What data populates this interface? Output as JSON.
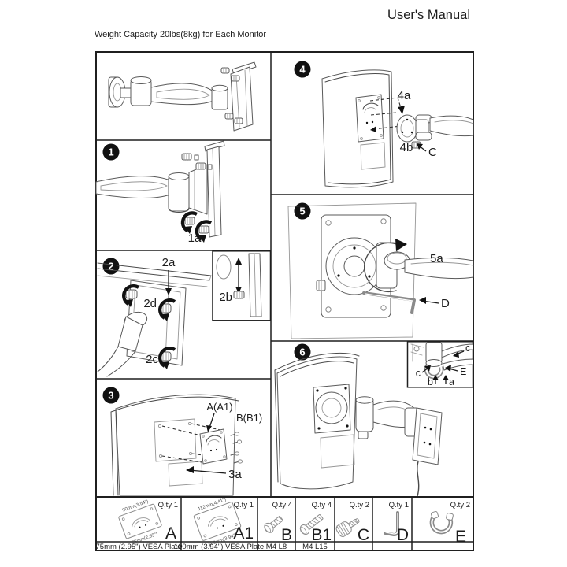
{
  "page": {
    "title": "User's Manual",
    "subtitle": "Weight Capacity 20lbs(8kg) for Each Monitor"
  },
  "steps": {
    "s1": {
      "num": "1",
      "label_1a": "1a"
    },
    "s2": {
      "num": "2",
      "label_2a": "2a",
      "label_2b": "2b",
      "label_2c": "2c",
      "label_2d": "2d"
    },
    "s3": {
      "num": "3",
      "label_plate": "A(A1)",
      "label_screws": "B(B1)",
      "label_3a": "3a"
    },
    "s4": {
      "num": "4",
      "label_4a": "4a",
      "label_4b": "4b",
      "label_c": "C"
    },
    "s5": {
      "num": "5",
      "label_5a": "5a",
      "label_d": "D"
    },
    "s6": {
      "num": "6",
      "inset": {
        "c_top": "c",
        "c_left": "c",
        "e": "E",
        "b": "b",
        "a": "a"
      }
    }
  },
  "parts": {
    "items": [
      {
        "id": "A",
        "qty": "Q.ty 1",
        "dim_top": "90mm(3.54\")",
        "dim_bottom": "75mm(2.95\")",
        "caption": "75mm (2.95\") VESA Plate"
      },
      {
        "id": "A1",
        "qty": "Q.ty 1",
        "dim_top": "112mm(4.41\")",
        "dim_bottom": "100mm(3.94\")",
        "caption": "100mm (3.94\") VESA Plate"
      },
      {
        "id": "B",
        "qty": "Q.ty 4",
        "caption": "M4 L8"
      },
      {
        "id": "B1",
        "qty": "Q.ty 4",
        "caption": "M4 L15"
      },
      {
        "id": "C",
        "qty": "Q.ty 2",
        "caption": ""
      },
      {
        "id": "D",
        "qty": "Q.ty 1",
        "caption": ""
      },
      {
        "id": "E",
        "qty": "Q.ty 2",
        "caption": ""
      }
    ]
  }
}
